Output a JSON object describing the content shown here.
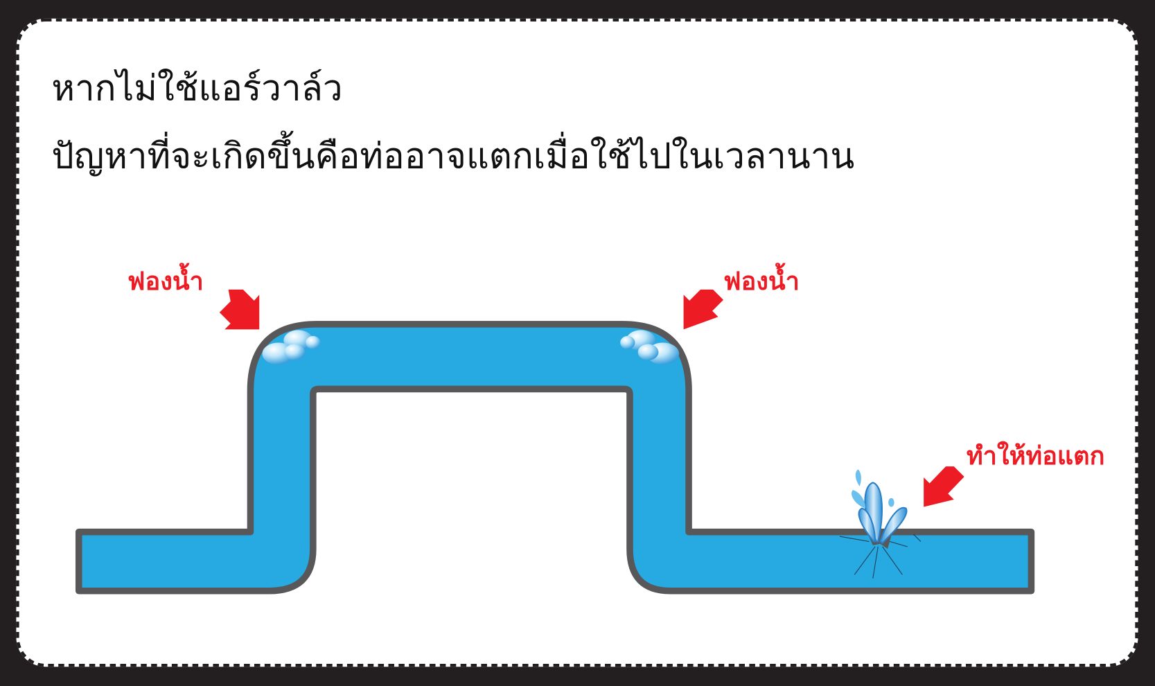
{
  "heading": {
    "line1": "หากไม่ใช้แอร์วาล์ว",
    "line2": "ปัญหาที่จะเกิดขึ้นคือท่ออาจแตกเมื่อใช้ไปในเวลานาน"
  },
  "labels": {
    "bubble_left": "ฟองน้ำ",
    "bubble_right": "ฟองน้ำ",
    "crack": "ทำให้ท่อแตก"
  },
  "colors": {
    "background": "#231f20",
    "card": "#ffffff",
    "pipe_fill": "#27aae1",
    "pipe_outline": "#58585a",
    "accent_red": "#ed1c24"
  }
}
